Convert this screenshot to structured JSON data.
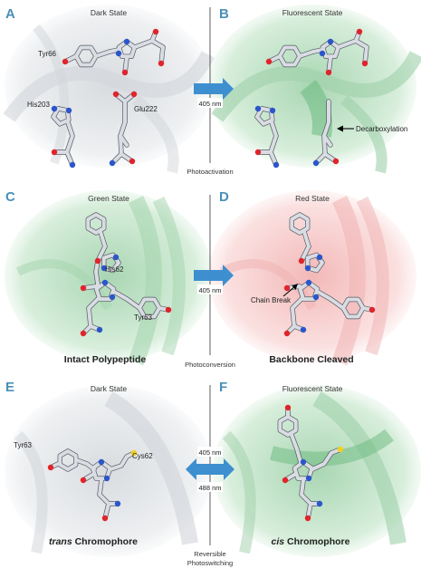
{
  "panels": [
    {
      "letter": "A",
      "title": "Dark State",
      "bg": "grey",
      "labels": [
        "Tyr66",
        "His203",
        "Glu222"
      ]
    },
    {
      "letter": "B",
      "title": "Fluorescent State",
      "bg": "green",
      "labels": [
        "Decarboxylation"
      ]
    },
    {
      "letter": "C",
      "title": "Green State",
      "bg": "green",
      "labels": [
        "His62",
        "Tyr63"
      ],
      "caption": "Intact Polypeptide"
    },
    {
      "letter": "D",
      "title": "Red State",
      "bg": "red",
      "labels": [
        "Chain Break"
      ],
      "caption": "Backbone Cleaved"
    },
    {
      "letter": "E",
      "title": "Dark State",
      "bg": "grey",
      "labels": [
        "Tyr63",
        "Cys62"
      ],
      "caption_italic": "trans",
      "caption_rest": " Chromophore"
    },
    {
      "letter": "F",
      "title": "Fluorescent State",
      "bg": "green",
      "labels": [],
      "caption_italic": "cis",
      "caption_rest": " Chromophore"
    }
  ],
  "transitions": [
    {
      "wavelengths": [
        "405 nm"
      ],
      "process": [
        "Photoactivation"
      ],
      "direction": "forward"
    },
    {
      "wavelengths": [
        "405 nm"
      ],
      "process": [
        "Photoconversion"
      ],
      "direction": "forward"
    },
    {
      "wavelengths": [
        "405 nm",
        "488 nm"
      ],
      "process": [
        "Reversible",
        "Photoswitching"
      ],
      "direction": "both"
    }
  ],
  "colors": {
    "letter": "#4a8fb8",
    "arrow": "#3d8fd0",
    "green_bg": "#b9dcc0",
    "red_bg": "#f2c3c3",
    "grey_bg": "#e4e6e9",
    "oxygen": "#e0242b",
    "nitrogen": "#2b56c9",
    "sulfur": "#f0d020"
  }
}
